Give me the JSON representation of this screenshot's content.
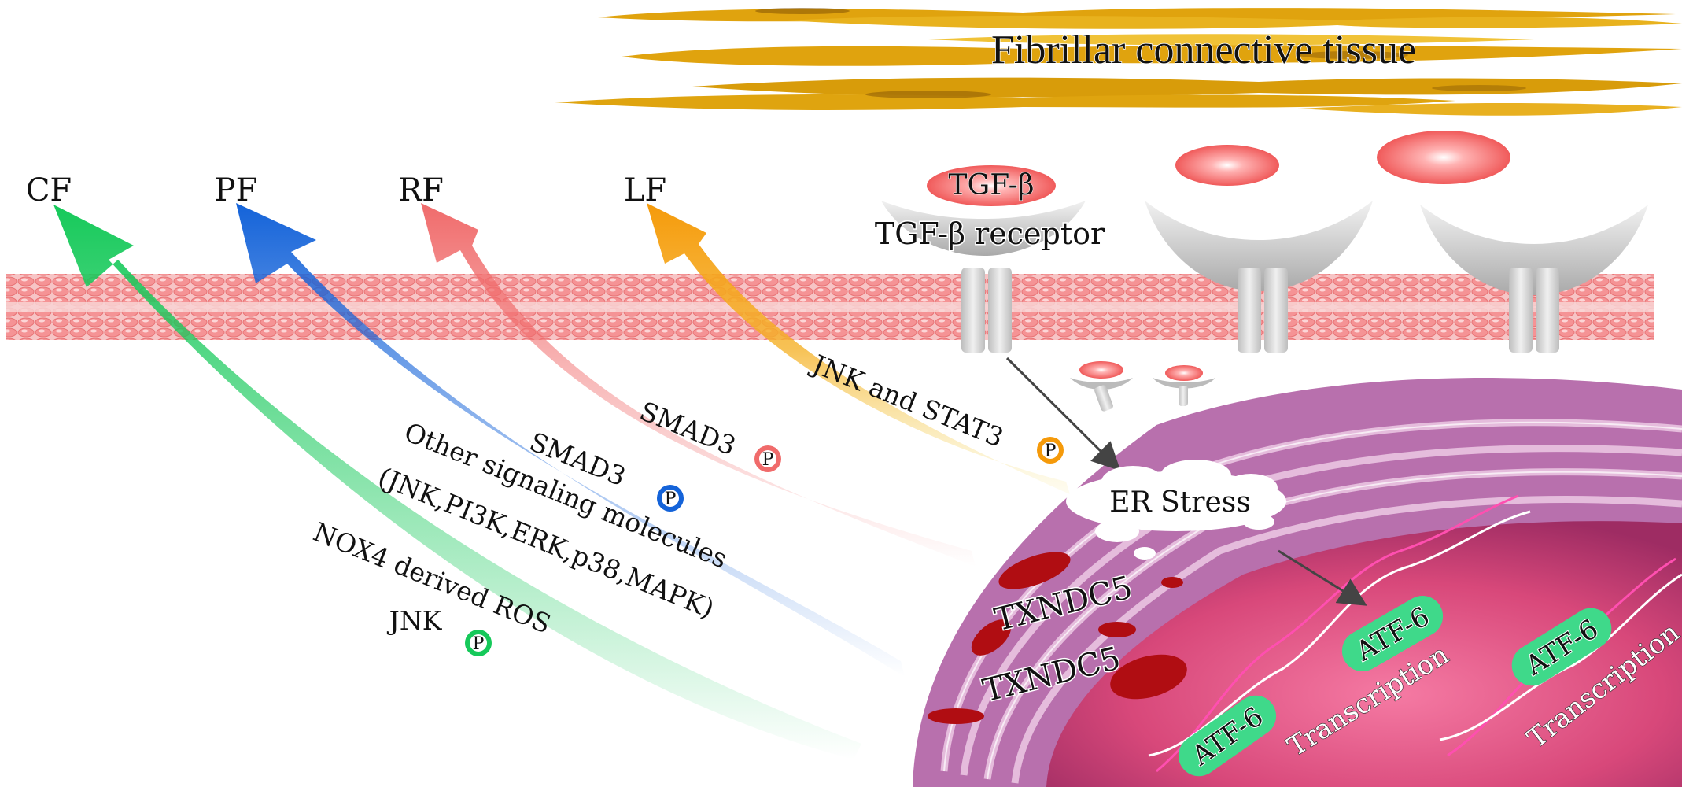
{
  "title": "Fibrillar connective tissue",
  "fibrosis_types": [
    {
      "abbr": "CF",
      "color": "#16c95a",
      "pathway": [
        "NOX4 derived ROS",
        "JNK"
      ],
      "phospho": "P"
    },
    {
      "abbr": "PF",
      "color": "#1463d9",
      "pathway": [
        "SMAD3",
        "Other signaling molecules",
        "(JNK,PI3K,ERK,p38,MAPK)"
      ],
      "phospho": "P"
    },
    {
      "abbr": "RF",
      "color": "#f06b6b",
      "pathway": [
        "SMAD3"
      ],
      "phospho": "P"
    },
    {
      "abbr": "LF",
      "color": "#f59a0a",
      "pathway": [
        "JNK and STAT3"
      ],
      "phospho": "P"
    }
  ],
  "ligand_label": "TGF-β",
  "receptor_label": "TGF-β receptor",
  "er_stress_label": "ER Stress",
  "txndc5_labels": [
    "TXNDC5",
    "TXNDC5"
  ],
  "atf6_labels": [
    "ATF-6",
    "ATF-6",
    "ATF-6"
  ],
  "transcription_labels": [
    "Transcription",
    "Transcription"
  ],
  "colors": {
    "fiber": "#e0a30e",
    "membrane": "#f5a0a2",
    "ligand": "#f06262",
    "receptor": "#cfcfcf",
    "nucleus": "#d84a78",
    "er": "#a45a99",
    "atf_badge": "#3fd98a"
  }
}
